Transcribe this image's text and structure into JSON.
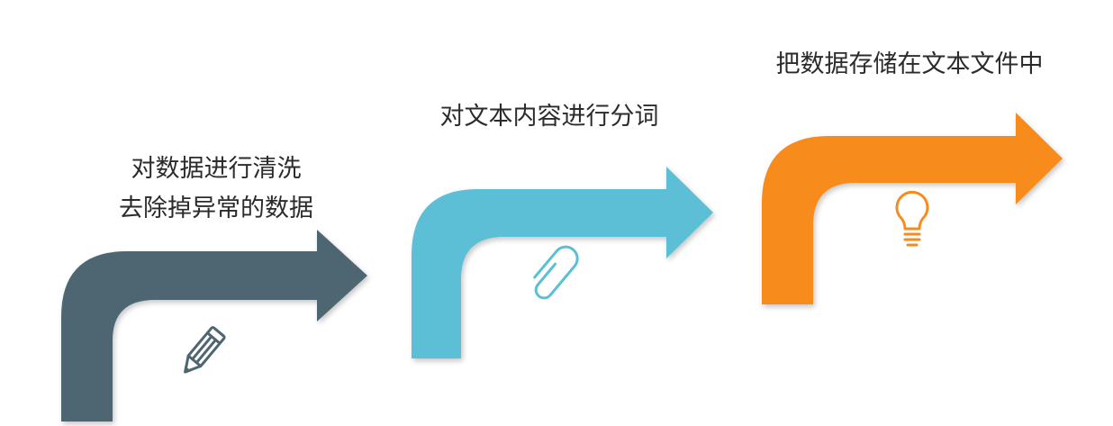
{
  "steps": [
    {
      "label_lines": [
        "对数据进行清洗",
        "去除掉异常的数据"
      ],
      "color": "#4e6672",
      "icon": "pencil-icon"
    },
    {
      "label_lines": [
        "对文本内容进行分词"
      ],
      "color": "#5bbfd5",
      "icon": "paperclip-icon"
    },
    {
      "label_lines": [
        "把数据存储在文本文件中"
      ],
      "color": "#f78b1f",
      "icon": "lightbulb-icon"
    }
  ]
}
